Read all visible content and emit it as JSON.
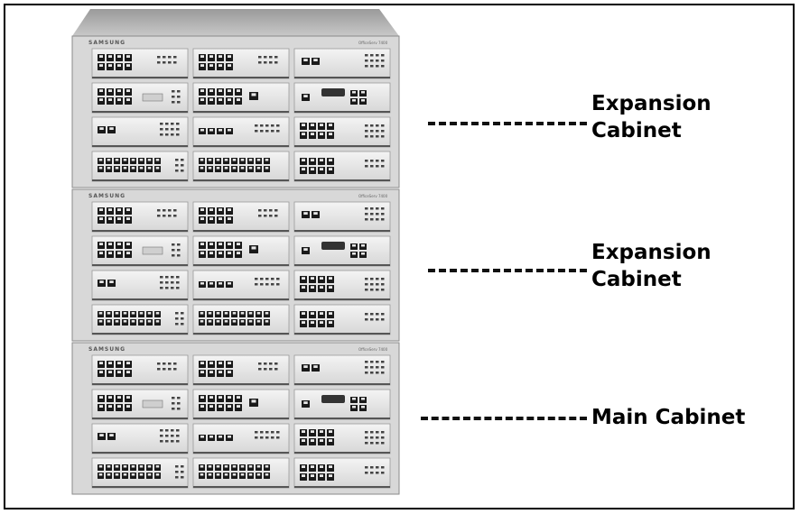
{
  "callouts": [
    {
      "text": "Expansion\nCabinet"
    },
    {
      "text": "Expansion\nCabinet"
    },
    {
      "text": "Main Cabinet"
    }
  ],
  "cabinets": [
    {
      "role": "expansion",
      "brand": "SAMSUNG",
      "model": "OfficeServ 7400"
    },
    {
      "role": "expansion",
      "brand": "SAMSUNG",
      "model": "OfficeServ 7400"
    },
    {
      "role": "main",
      "brand": "SAMSUNG",
      "model": "OfficeServ 7400"
    }
  ],
  "colors": {
    "frame": "#000000",
    "chassis": "#d8d8d8",
    "card": "#efefef",
    "port": "#1a1a1a",
    "label": "#000000"
  }
}
